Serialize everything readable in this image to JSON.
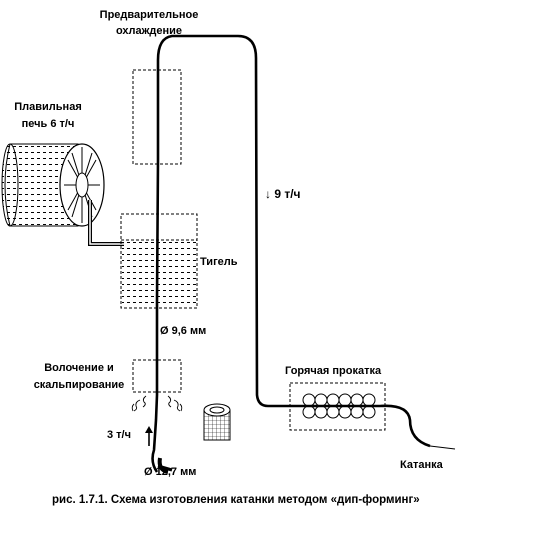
{
  "labels": {
    "precooling_line1": "Предварительное",
    "precooling_line2": "охлаждение",
    "furnace_line1": "Плавильная",
    "furnace_line2": "печь 6 т/ч",
    "speed_down": "↓ 9 т/ч",
    "crucible": "Тигель",
    "diameter_core": "Ø 9,6 мм",
    "drawing_line1": "Волочение  и",
    "drawing_line2": "скальпирование",
    "hot_rolling": "Горячая  прокатка",
    "speed_up": "3 т/ч",
    "diameter_rod": "Ø 12,7 мм",
    "product": "Катанка",
    "caption": "рис. 1.7.1. Схема изготовления катанки методом «дип-форминг»"
  },
  "colors": {
    "line": "#000000",
    "background": "#ffffff"
  }
}
